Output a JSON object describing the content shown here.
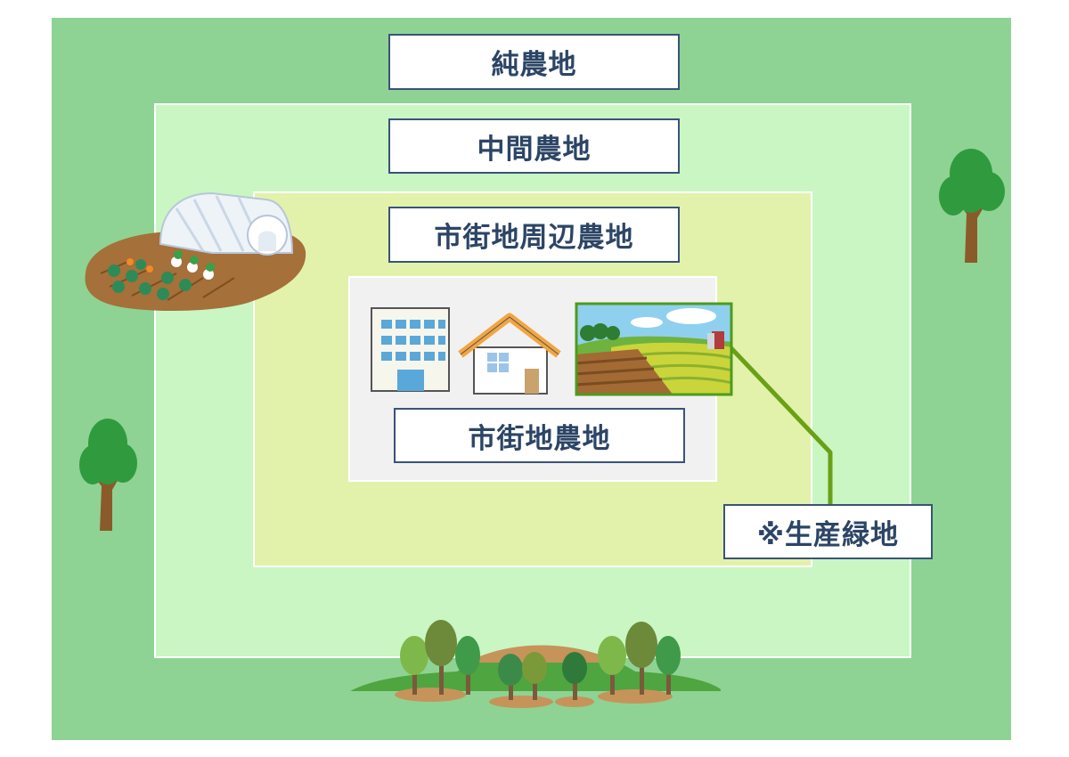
{
  "colors": {
    "outer_zone": "#8ed393",
    "middle_zone": "#c9f6c3",
    "peri_zone": "#e2f2aa",
    "urban_zone": "#f1f1f1",
    "label_border": "#3a5378",
    "label_text": "#2c4566",
    "connector": "#6aa016"
  },
  "zones": {
    "pure": {
      "label": "純農地"
    },
    "middle": {
      "label": "中間農地"
    },
    "peri_urban": {
      "label": "市街地周辺農地"
    },
    "urban": {
      "label": "市街地農地"
    }
  },
  "callout": {
    "label": "※生産緑地"
  },
  "icons": [
    "tree-icon",
    "greenhouse-field-icon",
    "office-building-icon",
    "house-icon",
    "farmland-landscape-icon",
    "forest-cluster-icon"
  ]
}
